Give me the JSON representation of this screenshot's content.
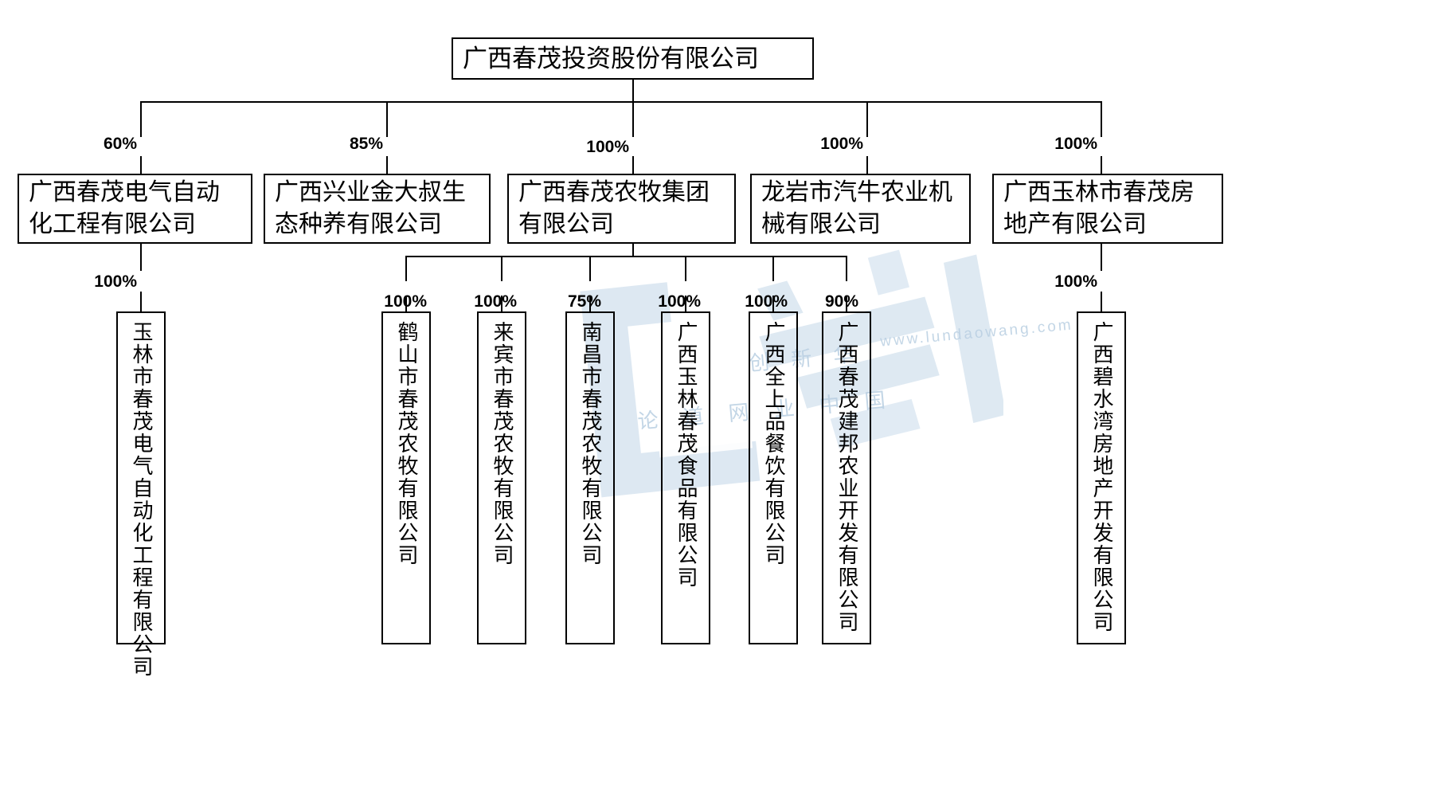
{
  "chart_data": {
    "type": "diagram",
    "diagram_kind": "organizational-ownership-chart",
    "title": "广西春茂投资股份有限公司",
    "root": {
      "id": "root",
      "label": "广西春茂投资股份有限公司"
    },
    "level2": [
      {
        "id": "l2-1",
        "label": "广西春茂电气自动\n化工程有限公司",
        "ownership": "60%"
      },
      {
        "id": "l2-2",
        "label": "广西兴业金大叔生\n态种养有限公司",
        "ownership": "85%"
      },
      {
        "id": "l2-3",
        "label": "广西春茂农牧集团\n有限公司",
        "ownership": "100%"
      },
      {
        "id": "l2-4",
        "label": "龙岩市汽牛农业机\n械有限公司",
        "ownership": "100%"
      },
      {
        "id": "l2-5",
        "label": "广西玉林市春茂房\n地产有限公司",
        "ownership": "100%"
      }
    ],
    "level3": [
      {
        "id": "l3-1",
        "parent": "l2-1",
        "label": "玉林市春茂电气自动化工程有限公司",
        "ownership": "100%"
      },
      {
        "id": "l3-2",
        "parent": "l2-3",
        "label": "鹤山市春茂农牧有限公司",
        "ownership": "100%"
      },
      {
        "id": "l3-3",
        "parent": "l2-3",
        "label": "来宾市春茂农牧有限公司",
        "ownership": "100%"
      },
      {
        "id": "l3-4",
        "parent": "l2-3",
        "label": "南昌市春茂农牧有限公司",
        "ownership": "75%"
      },
      {
        "id": "l3-5",
        "parent": "l2-3",
        "label": "广西玉林春茂食品有限公司",
        "ownership": "100%"
      },
      {
        "id": "l3-6",
        "parent": "l2-3",
        "label": "广西全上品餐饮有限公司",
        "ownership": "100%"
      },
      {
        "id": "l3-7",
        "parent": "l2-3",
        "label": "广西春茂建邦农业开发有限公司",
        "ownership": "90%"
      },
      {
        "id": "l3-8",
        "parent": "l2-5",
        "label": "广西碧水湾房地产开发有限公司",
        "ownership": "100%"
      }
    ],
    "edges": [
      {
        "from": "root",
        "to": "l2-1",
        "label": "60%"
      },
      {
        "from": "root",
        "to": "l2-2",
        "label": "85%"
      },
      {
        "from": "root",
        "to": "l2-3",
        "label": "100%"
      },
      {
        "from": "root",
        "to": "l2-4",
        "label": "100%"
      },
      {
        "from": "root",
        "to": "l2-5",
        "label": "100%"
      },
      {
        "from": "l2-1",
        "to": "l3-1",
        "label": "100%"
      },
      {
        "from": "l2-3",
        "to": "l3-2",
        "label": "100%"
      },
      {
        "from": "l2-3",
        "to": "l3-3",
        "label": "100%"
      },
      {
        "from": "l2-3",
        "to": "l3-4",
        "label": "75%"
      },
      {
        "from": "l2-3",
        "to": "l3-5",
        "label": "100%"
      },
      {
        "from": "l2-3",
        "to": "l3-6",
        "label": "100%"
      },
      {
        "from": "l2-3",
        "to": "l3-7",
        "label": "90%"
      },
      {
        "from": "l2-5",
        "to": "l3-8",
        "label": "100%"
      }
    ],
    "colors": {
      "line": "#000000",
      "box_border": "#000000",
      "background": "#ffffff",
      "watermark": "#bdd3e6"
    }
  },
  "watermark": {
    "url_text": "www.lundaowang.com",
    "cn_text_1": "创 新  华",
    "cn_text_2": "论  道  网    业  中  国"
  }
}
